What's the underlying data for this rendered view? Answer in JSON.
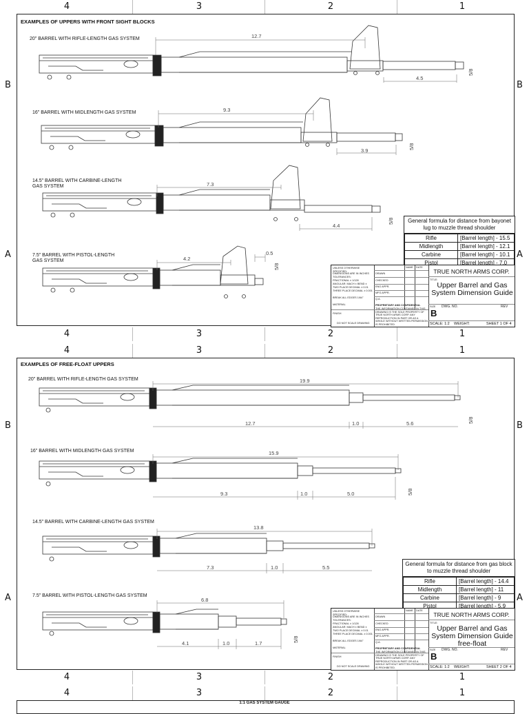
{
  "zones": {
    "cols": [
      "4",
      "3",
      "2",
      "1"
    ],
    "rows": [
      "B",
      "A"
    ]
  },
  "sheet1": {
    "header": "EXAMPLES OF UPPERS WITH FRONT SIGHT BLOCKS",
    "uppers": [
      {
        "label": "20\" BARREL WITH RIFLE-LENGTH GAS SYSTEM",
        "dims": [
          "12.7",
          "4.5",
          "5/8"
        ]
      },
      {
        "label": "16\" BARREL WITH MIDLENGTH GAS SYSTEM",
        "dims": [
          "9.3",
          "3.9",
          "5/8"
        ]
      },
      {
        "label": "14.5\" BARREL WITH CARBINE-LENGTH GAS SYSTEM",
        "dims": [
          "7.3",
          "4.4",
          "5/8"
        ]
      },
      {
        "label": "7.5\" BARREL WITH PISTOL-LENGTH GAS SYSTEM",
        "dims": [
          "4.2",
          "0.5",
          "5/8"
        ]
      }
    ],
    "formula": {
      "title": "General formula for distance from bayonet lug to muzzle thread shoulder",
      "rows": [
        {
          "name": "Rifle",
          "value": "[Barrel length] - 15.5"
        },
        {
          "name": "Midlength",
          "value": "[Barrel length] - 12.1"
        },
        {
          "name": "Carbine",
          "value": "[Barrel length] - 10.1"
        },
        {
          "name": "Pistol",
          "value": "[Barrel length] - 7.0"
        }
      ]
    },
    "title_block": {
      "company": "TRUE NORTH ARMS CORP.",
      "title": "Upper Barrel and Gas System Dimension Guide",
      "size": "B",
      "scale": "SCALE: 1:2",
      "weight": "WEIGHT:",
      "sheet": "SHEET 1 OF 4"
    }
  },
  "sheet2": {
    "header": "EXAMPLES OF FREE-FLOAT UPPERS",
    "uppers": [
      {
        "label": "20\" BARREL WITH RIFLE-LENGTH GAS SYSTEM",
        "dims": [
          "19.9",
          "12.7",
          "1.0",
          "5.6",
          "5/8"
        ]
      },
      {
        "label": "16\" BARREL WITH MIDLENGTH GAS SYSTEM",
        "dims": [
          "15.9",
          "9.3",
          "1.0",
          "5.0",
          "5/8"
        ]
      },
      {
        "label": "14.5\" BARREL WITH CARBINE-LENGTH GAS SYSTEM",
        "dims": [
          "13.8",
          "7.3",
          "1.0",
          "5.5"
        ]
      },
      {
        "label": "7.5\" BARREL WITH PISTOL-LENGTH GAS SYSTEM",
        "dims": [
          "6.8",
          "4.1",
          "1.0",
          "1.7",
          "5/8"
        ]
      }
    ],
    "formula": {
      "title": "General formula for distance from gas block to muzzle thread shoulder",
      "rows": [
        {
          "name": "Rifle",
          "value": "[Barrel length] - 14.4"
        },
        {
          "name": "Midlength",
          "value": "[Barrel length] - 11"
        },
        {
          "name": "Carbine",
          "value": "[Barrel length] - 9"
        },
        {
          "name": "Pistol",
          "value": "[Barrel length] - 5.9"
        }
      ]
    },
    "title_block": {
      "company": "TRUE NORTH ARMS CORP.",
      "title": "Upper Barrel and Gas System Dimension Guide free-float",
      "size": "B",
      "scale": "SCALE: 1:2",
      "weight": "WEIGHT:",
      "sheet": "SHEET 2 OF 4"
    }
  },
  "title_block_common": {
    "unless": "UNLESS OTHERWISE SPECIFIED:",
    "name": "NAME",
    "date": "DATE",
    "drawn": "DRAWN",
    "checked": "CHECKED",
    "eng": "ENG APPR.",
    "mfg": "MFG APPR.",
    "qa": "Q.A.",
    "dims": "DIMENSIONS ARE IN INCHES TOLERANCES:",
    "fractional": "FRACTIONAL ± 1/128",
    "angular": "ANGULAR: MACH ± BEND ±",
    "two_place": "TWO PLACE DECIMAL ± 0.01",
    "three_place": "THREE PLACE DECIMAL ± 0.001",
    "break": "BREAK ALL EDGES 1/64\"",
    "material": "MATERIAL",
    "finish": "FINISH",
    "noscale": "DO NOT SCALE DRAWING",
    "proprietary": "PROPRIETARY AND CONFIDENTIAL",
    "prop_text": "THE INFORMATION CONTAINED IN THIS DRAWING IS THE SOLE PROPERTY OF TRUE NORTH ARMS CORP. ANY REPRODUCTION IN PART OR AS A WHOLE WITHOUT WRITTEN PERMISSION IS PROHIBITED.",
    "title_lbl": "TITLE:",
    "size_lbl": "SIZE",
    "dwg": "DWG.  NO.",
    "rev": "REV"
  },
  "sheet3": {
    "header": "1:1 GAS SYSTEM GAUGE"
  }
}
